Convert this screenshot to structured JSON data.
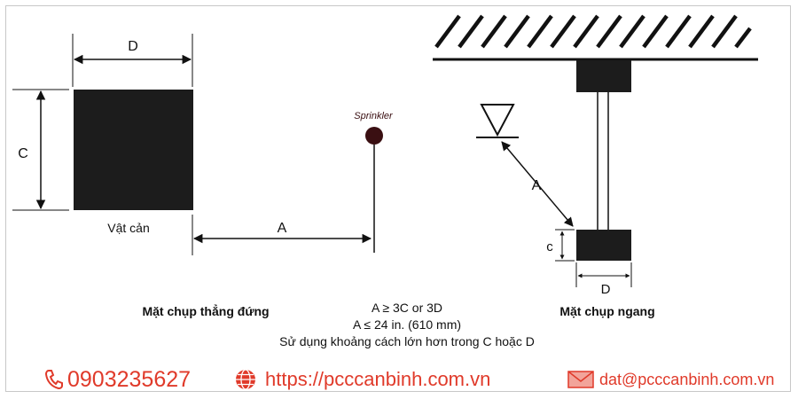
{
  "labels": {
    "left_d": "D",
    "left_c": "C",
    "obstruction": "Vật cản",
    "distance_a": "A",
    "sprinkler": "Sprinkler",
    "right_a": "A",
    "right_c": "c",
    "right_d": "D"
  },
  "captions": {
    "elevation_view": "Mặt chụp thẳng đứng",
    "plan_view": "Mặt chụp ngang"
  },
  "rules": {
    "line1": "A ≥ 3C or 3D",
    "line2": "A ≤ 24 in. (610 mm)",
    "line3": "Sử dụng khoảng cách lớn hơn trong C hoặc D"
  },
  "footer": {
    "phone": "0903235627",
    "website": "https://pcccanbinh.com.vn",
    "email": "dat@pcccanbinh.com.vn",
    "phone_icon": "phone-icon",
    "globe_icon": "globe-icon",
    "mail_icon": "mail-icon"
  },
  "colors": {
    "accent": "#e03a2a",
    "sprinkler_head": "#3a0f12",
    "ink": "#111111"
  }
}
